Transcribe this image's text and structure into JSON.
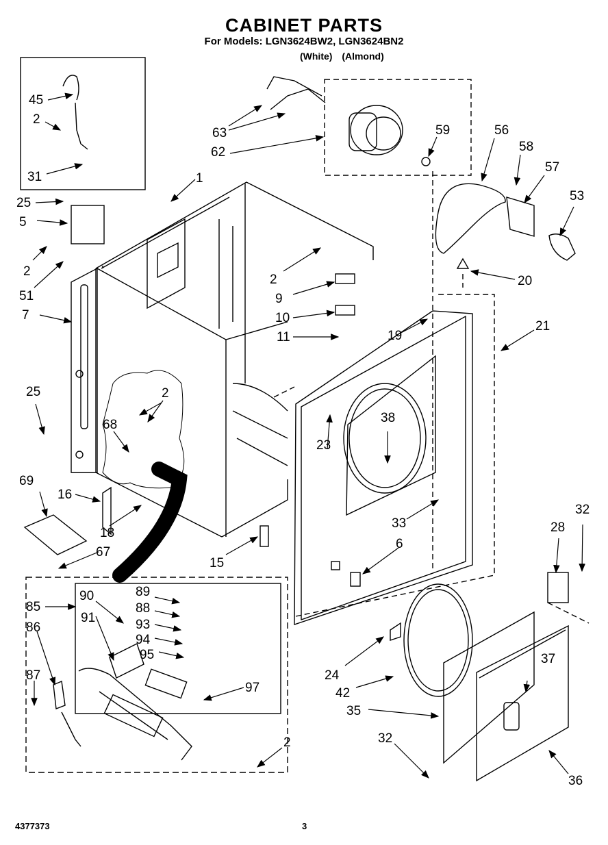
{
  "header": {
    "title": "CABINET PARTS",
    "models": "For Models: LGN3624BW2, LGN3624BN2",
    "colors": "(White)   (Almond)"
  },
  "footer": {
    "part_number": "4377373",
    "page_number": "3"
  },
  "callouts": [
    "45",
    "2",
    "31",
    "25",
    "5",
    "2",
    "51",
    "7",
    "25",
    "68",
    "2",
    "69",
    "16",
    "18",
    "67",
    "85",
    "90",
    "91",
    "86",
    "87",
    "89",
    "88",
    "93",
    "94",
    "95",
    "97",
    "2",
    "1",
    "63",
    "62",
    "59",
    "56",
    "58",
    "57",
    "53",
    "2",
    "9",
    "10",
    "11",
    "19",
    "21",
    "20",
    "23",
    "38",
    "33",
    "6",
    "15",
    "32",
    "28",
    "24",
    "42",
    "37",
    "35",
    "32",
    "36"
  ]
}
